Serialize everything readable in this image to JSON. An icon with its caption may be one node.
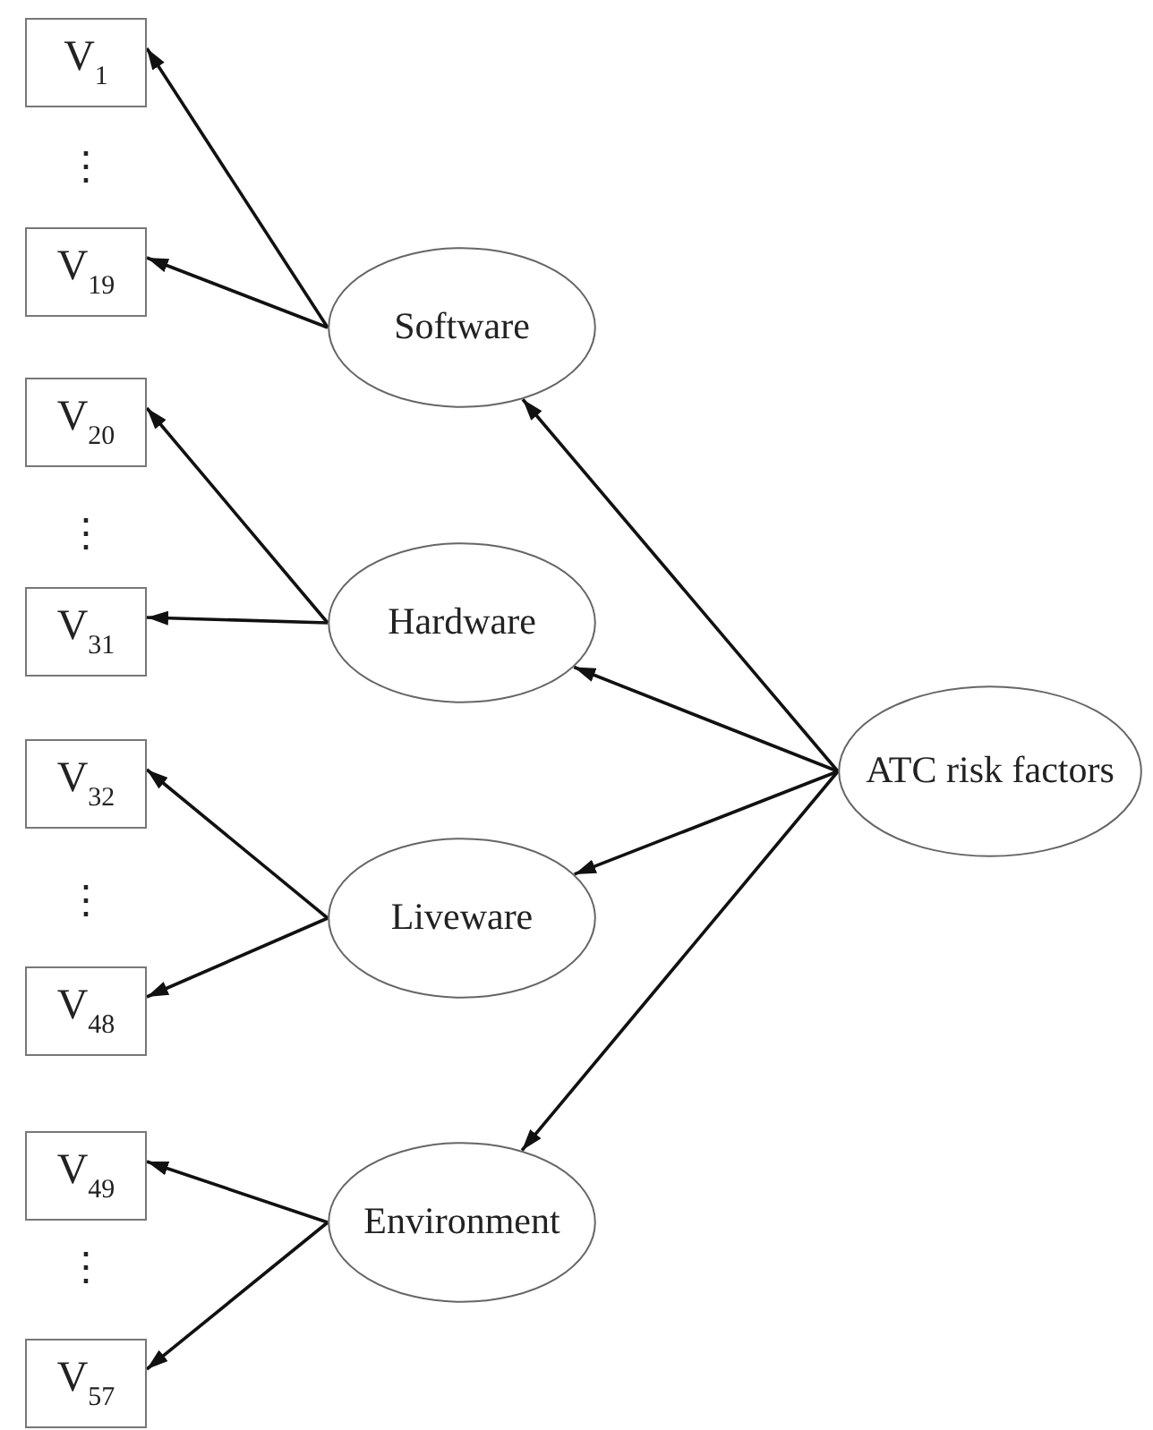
{
  "diagram": {
    "nodes": [
      {
        "text": [
          "V$_{1}$"
        ]
      },
      {
        "text": [
          "V$_{19}$"
        ]
      },
      {
        "text": [
          "V$_{20}$"
        ]
      },
      {
        "text": [
          "V$_{31}$"
        ]
      },
      {
        "text": [
          "V$_{32}$"
        ]
      },
      {
        "text": [
          "V$_{48}$"
        ]
      },
      {
        "text": [
          "V$_{49}$"
        ]
      },
      {
        "text": [
          "V$_{57}$"
        ]
      },
      {
        "text": [
          "Software"
        ]
      },
      {
        "text": [
          "Hardware"
        ]
      },
      {
        "text": [
          "Liveware"
        ]
      },
      {
        "text": [
          "Environment"
        ]
      },
      {
        "text": [
          "ATC risk factors"
        ]
      }
    ],
    "edges": [
      {
        "from": 12,
        "to": 8,
        "arrow": "to"
      },
      {
        "from": 12,
        "to": 9,
        "arrow": "to"
      },
      {
        "from": 12,
        "to": 10,
        "arrow": "to"
      },
      {
        "from": 12,
        "to": 11,
        "arrow": "to"
      },
      {
        "from": 8,
        "to": 0,
        "arrow": "to"
      },
      {
        "from": 8,
        "to": 1,
        "arrow": "to"
      },
      {
        "from": 9,
        "to": 2,
        "arrow": "to"
      },
      {
        "from": 9,
        "to": 3,
        "arrow": "to"
      },
      {
        "from": 10,
        "to": 4,
        "arrow": "to"
      },
      {
        "from": 10,
        "to": 5,
        "arrow": "to"
      },
      {
        "from": 11,
        "to": 6,
        "arrow": "to"
      },
      {
        "from": 11,
        "to": 7,
        "arrow": "to"
      }
    ],
    "labels": [
      "⋮",
      "⋮",
      "⋮",
      "⋮"
    ]
  }
}
